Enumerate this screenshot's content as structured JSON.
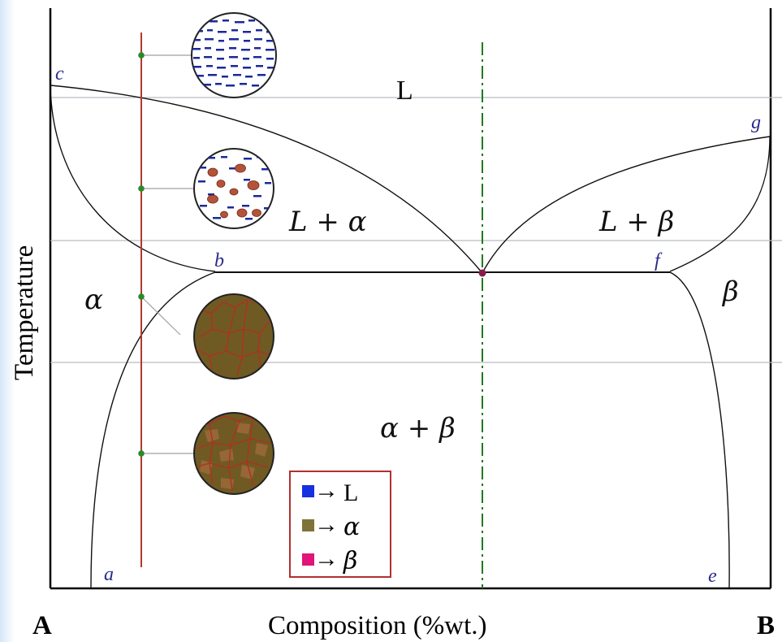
{
  "axes": {
    "ylabel": "Temperature",
    "xlabel": "Composition (%wt.)",
    "left_end": "A",
    "right_end": "B"
  },
  "points": {
    "a": "a",
    "b": "b",
    "c": "c",
    "e": "e",
    "f": "f",
    "g": "g"
  },
  "regions": {
    "liquid": "L",
    "l_alpha": "L + α",
    "l_beta": "L + β",
    "alpha": "α",
    "beta": "β",
    "alpha_beta": "α + β"
  },
  "legend": {
    "items": [
      {
        "color": "#1530e0",
        "arrow": "→",
        "label": "L"
      },
      {
        "color": "#80733a",
        "arrow": "→",
        "label": "α"
      },
      {
        "color": "#e0147a",
        "arrow": "→",
        "label": "β"
      }
    ],
    "border_color": "#b03030"
  },
  "colors": {
    "composition_line": "#b03a2e",
    "eutectic_line": "#1f7a1f",
    "eutectic_point": "#8a1a4a",
    "marker": "#2a8a2a",
    "grain_fill": "#6f5a23",
    "grain_boundary": "#b03020"
  }
}
